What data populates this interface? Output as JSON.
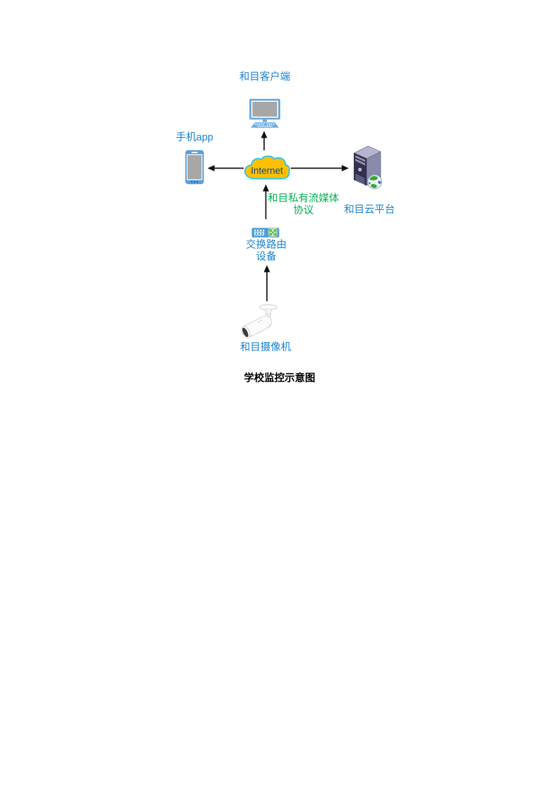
{
  "page": {
    "background": "#ffffff"
  },
  "diagram": {
    "caption": "学校监控示意图",
    "nodes": {
      "client": {
        "label": "和目客户端",
        "icon": "desktop-computer-icon"
      },
      "phone": {
        "label": "手机app",
        "icon": "smartphone-icon"
      },
      "internet": {
        "label": "Internet",
        "icon": "cloud-shape"
      },
      "cloud_platform": {
        "label": "和目云平台",
        "icon": "server-tower-globe-icon"
      },
      "switch": {
        "label_lines": [
          "交换路由",
          "设备"
        ],
        "icon": "network-switch-icon"
      },
      "camera": {
        "label": "和目摄像机",
        "icon": "security-camera-icon"
      }
    },
    "annotations": {
      "protocol_lines": [
        "和目私有流媒体",
        "协议"
      ]
    },
    "connections": [
      {
        "from": "internet",
        "to": "client",
        "arrow_points": "up"
      },
      {
        "from": "internet",
        "to": "phone",
        "arrow_points": "left"
      },
      {
        "from": "internet",
        "to": "cloud_platform",
        "arrow_points": "right"
      },
      {
        "from": "switch",
        "to": "internet",
        "arrow_points": "up"
      },
      {
        "from": "camera",
        "to": "switch",
        "arrow_points": "up"
      }
    ],
    "colors": {
      "label_blue": "#1982CD",
      "label_green": "#00B050",
      "caption_black": "#000000",
      "cloud_fill": "#FFC000",
      "cloud_stroke": "#2BC6F2",
      "internet_text": "#17477A",
      "arrow_black": "#111111",
      "monitor_blue": "#64A8DF",
      "screen_gray": "#A7A7A7",
      "server_dark": "#31304F",
      "switch_green": "#5FBF3F"
    }
  }
}
